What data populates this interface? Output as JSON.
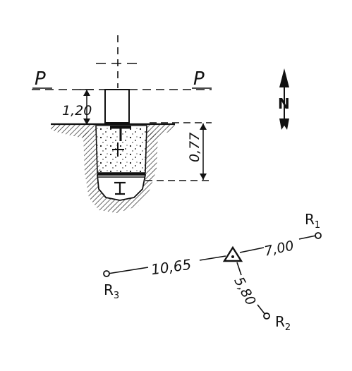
{
  "section": {
    "plane_left": "P",
    "plane_right": "P",
    "height_above": "1,20",
    "depth": "0,77"
  },
  "north_arrow": {
    "letter": "N"
  },
  "reference_points": {
    "r1": {
      "letter": "R",
      "index": "1",
      "distance": "7,00"
    },
    "r2": {
      "letter": "R",
      "index": "2",
      "distance": "5,80"
    },
    "r3": {
      "letter": "R",
      "index": "3",
      "distance": "10,65"
    }
  }
}
